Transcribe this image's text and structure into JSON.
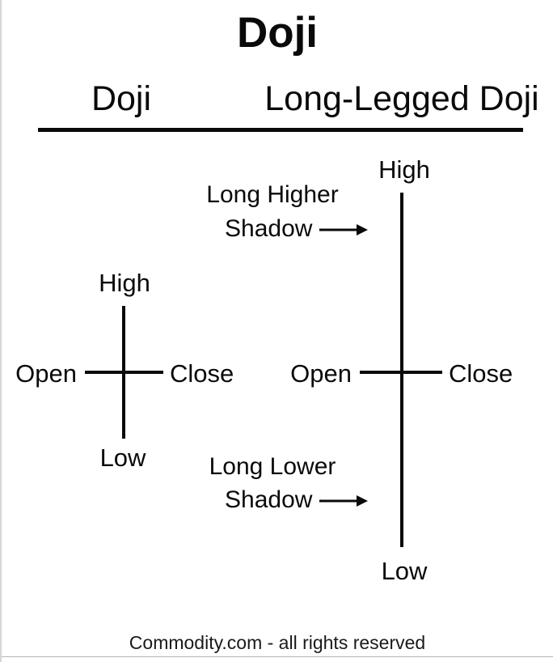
{
  "title": "Doji",
  "columns": [
    {
      "header": "Doji",
      "pattern": "doji",
      "labels": {
        "high": "High",
        "low": "Low",
        "open": "Open",
        "close": "Close"
      }
    },
    {
      "header": "Long-Legged Doji",
      "pattern": "long-legged-doji",
      "labels": {
        "high": "High",
        "low": "Low",
        "open": "Open",
        "close": "Close"
      },
      "annotations": [
        {
          "lines": [
            "Long Higher",
            "Shadow"
          ],
          "arrow": "right",
          "points_to": "upper-shadow"
        },
        {
          "lines": [
            "Long Lower",
            "Shadow"
          ],
          "arrow": "right",
          "points_to": "lower-shadow"
        }
      ]
    }
  ],
  "footer": "Commodity.com - all rights reserved",
  "colors": {
    "ink": "#0a0a0a",
    "background": "#ffffff",
    "edge": "#d6d6d6"
  }
}
